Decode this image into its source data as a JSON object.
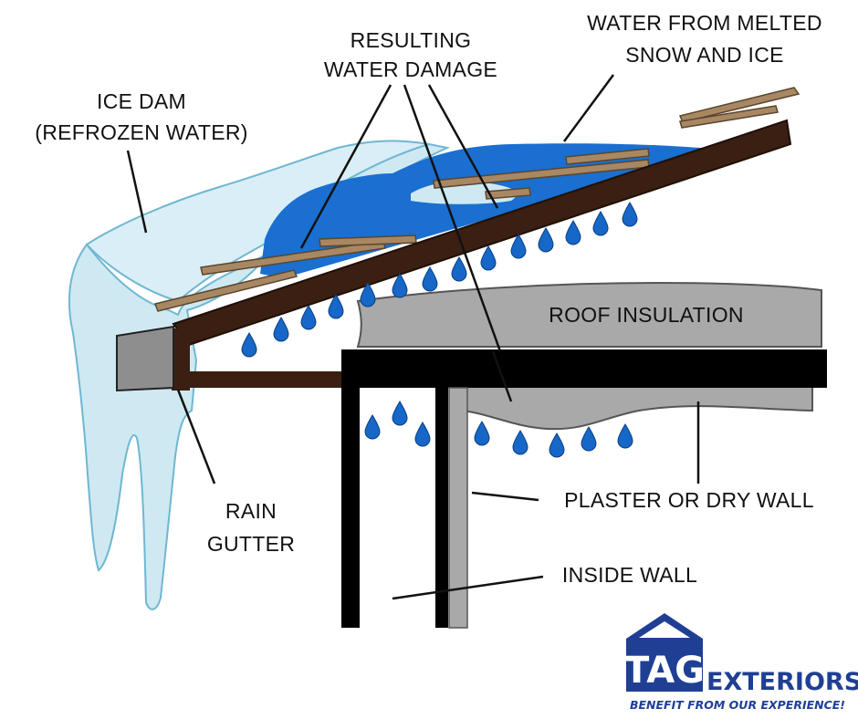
{
  "labels": {
    "ice_dam_line1": "ICE DAM",
    "ice_dam_line2": "(REFROZEN WATER)",
    "damage_line1": "RESULTING",
    "damage_line2": "WATER DAMAGE",
    "melt_line1": "WATER FROM MELTED",
    "melt_line2": "SNOW AND ICE",
    "insulation": "ROOF INSULATION",
    "gutter_line1": "RAIN",
    "gutter_line2": "GUTTER",
    "plaster": "PLASTER OR DRY WALL",
    "inside_wall": "INSIDE WALL"
  },
  "logo": {
    "mark": "TAG",
    "name": "EXTERIORS",
    "tagline": "BENEFIT FROM OUR EXPERIENCE!"
  },
  "colors": {
    "ice": "#cfe9f2",
    "ice_outline": "#6fb7d2",
    "water": "#1a6fd0",
    "roof": "#3b1f12",
    "shingle": "#a88863",
    "insulation": "#a9a9a9",
    "beam": "#000000",
    "drop": "#1667c7",
    "brand_blue": "#1f3f94"
  },
  "icons": {
    "logo_roof": "house-roof-icon",
    "water_drop": "water-drop-icon"
  }
}
